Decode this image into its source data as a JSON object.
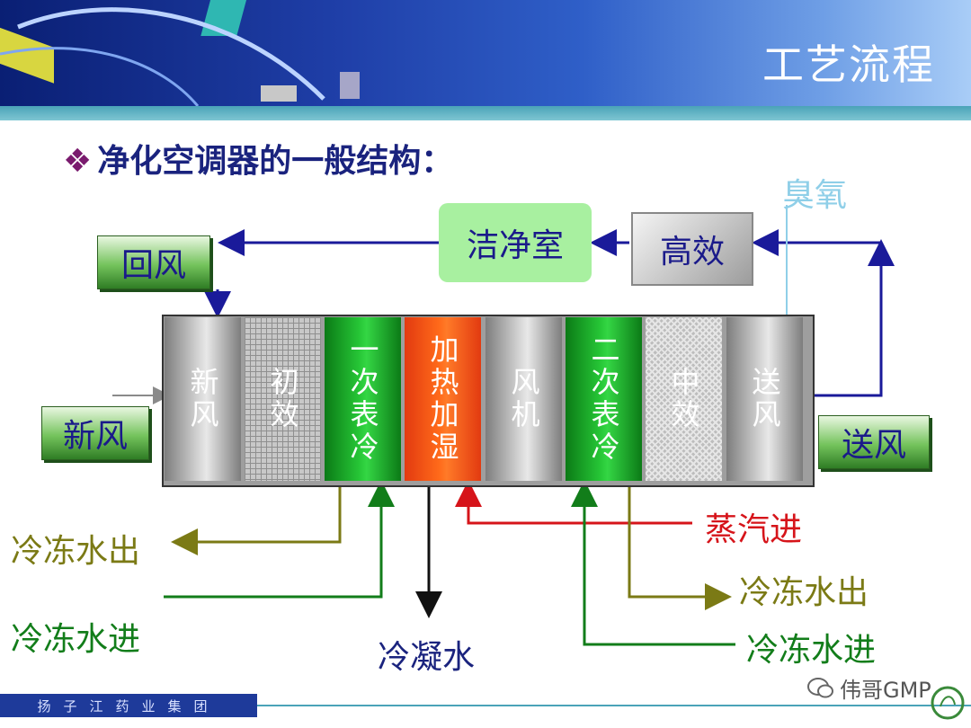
{
  "header": {
    "title": "工艺流程"
  },
  "subtitle": {
    "bullet": "❖",
    "text": "净化空调器的一般结构："
  },
  "top": {
    "clean_room": "洁净室",
    "hepa": "高效",
    "ozone": "臭氧",
    "return_air": "回风"
  },
  "sides": {
    "fresh_air": "新风",
    "supply_air": "送风"
  },
  "sections": [
    {
      "label": "新风",
      "style": "gray"
    },
    {
      "label": "初效",
      "style": "grid"
    },
    {
      "label": "一次表冷",
      "style": "green"
    },
    {
      "label": "加热加湿",
      "style": "red"
    },
    {
      "label": "风机",
      "style": "gray"
    },
    {
      "label": "二次表冷",
      "style": "green"
    },
    {
      "label": "中效",
      "style": "mesh"
    },
    {
      "label": "送风",
      "style": "gray"
    }
  ],
  "bottom": {
    "chilled_out_left": "冷冻水出",
    "chilled_in_left": "冷冻水进",
    "condensate": "冷凝水",
    "steam_in": "蒸汽进",
    "chilled_out_right": "冷冻水出",
    "chilled_in_right": "冷冻水进"
  },
  "footer": {
    "company": "扬子江药业集团",
    "watermark": "伟哥GMP"
  },
  "colors": {
    "navy_line": "#1a1a9a",
    "olive": "#7b7a15",
    "green": "#127d1a",
    "red": "#d6141a",
    "ozone": "#8fcfe8"
  }
}
